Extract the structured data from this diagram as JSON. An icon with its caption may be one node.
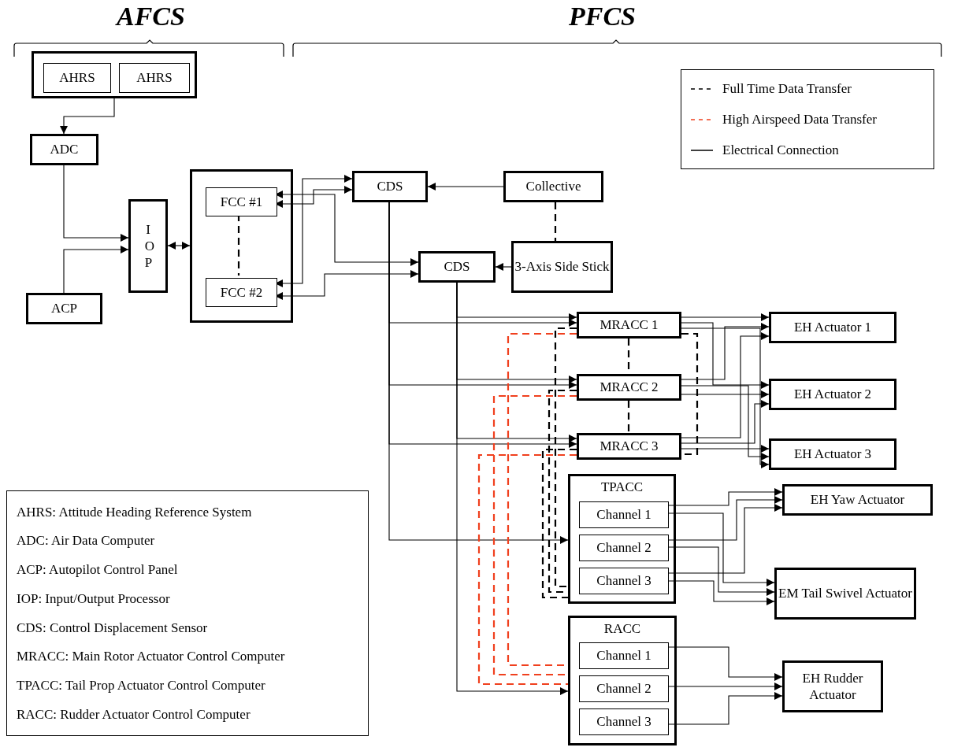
{
  "diagram": {
    "nodes": [
      {
        "text": [],
        "shape": "box"
      },
      {
        "text": [
          "AHRS"
        ],
        "in": 0
      },
      {
        "text": [
          "AHRS"
        ],
        "in": 0
      },
      {
        "text": [
          "ADC"
        ]
      },
      {
        "text": [
          "ACP"
        ]
      },
      {
        "text": [
          "I O P"
        ]
      },
      {
        "text": [],
        "shape": "box"
      },
      {
        "text": [
          "FCC #1"
        ],
        "in": 6
      },
      {
        "text": [
          "FCC #2"
        ],
        "in": 6
      },
      {
        "text": [
          "CDS"
        ]
      },
      {
        "text": [
          "Collective"
        ]
      },
      {
        "text": [
          "CDS"
        ]
      },
      {
        "text": [
          "3-Axis Side Stick"
        ]
      },
      {
        "text": [
          "MRACC 1"
        ]
      },
      {
        "text": [
          "MRACC 2"
        ]
      },
      {
        "text": [
          "MRACC 3"
        ]
      },
      {
        "text": [
          "EH Actuator 1"
        ]
      },
      {
        "text": [
          "EH Actuator 2"
        ]
      },
      {
        "text": [
          "EH Actuator 3"
        ]
      },
      {
        "text": [
          "TPACC"
        ]
      },
      {
        "text": [
          "Channel 1"
        ],
        "in": 19
      },
      {
        "text": [
          "Channel 2"
        ],
        "in": 19
      },
      {
        "text": [
          "Channel 3"
        ],
        "in": 19
      },
      {
        "text": [
          "EH Yaw Actuator"
        ]
      },
      {
        "text": [
          "EM Tail Swivel Actuator"
        ]
      },
      {
        "text": [
          "RACC"
        ]
      },
      {
        "text": [
          "Channel 1"
        ],
        "in": 25
      },
      {
        "text": [
          "Channel 2"
        ],
        "in": 25
      },
      {
        "text": [
          "Channel 3"
        ],
        "in": 25
      },
      {
        "text": [
          "EH Rudder Actuator"
        ]
      }
    ],
    "edges": [
      {
        "from": 0,
        "to": 3,
        "arrow": "to"
      },
      {
        "from": 3,
        "to": 5,
        "arrow": "to"
      },
      {
        "from": 4,
        "to": 5,
        "arrow": "to"
      },
      {
        "from": 5,
        "to": 6,
        "arrow": "both"
      },
      {
        "from": 7,
        "to": 8,
        "arrow": "none",
        "style": "dashed"
      },
      {
        "from": 8,
        "to": 9,
        "arrow": "both"
      },
      {
        "from": 7,
        "to": 9,
        "arrow": "both"
      },
      {
        "from": 7,
        "to": 11,
        "arrow": "both"
      },
      {
        "from": 8,
        "to": 11,
        "arrow": "both"
      },
      {
        "from": 10,
        "to": 9,
        "arrow": "to"
      },
      {
        "from": 10,
        "to": 12,
        "arrow": "none",
        "style": "dashed"
      },
      {
        "from": 12,
        "to": 11,
        "arrow": "to"
      },
      {
        "from": 13,
        "to": 14,
        "arrow": "none",
        "style": "dashed"
      },
      {
        "from": 14,
        "to": 15,
        "arrow": "none",
        "style": "dashed"
      },
      {
        "from": 9,
        "to": 13,
        "arrow": "to"
      },
      {
        "from": 9,
        "to": 14,
        "arrow": "to"
      },
      {
        "from": 9,
        "to": 15,
        "arrow": "to"
      },
      {
        "from": 9,
        "to": 19,
        "arrow": "to"
      },
      {
        "from": 11,
        "to": 13,
        "arrow": "to"
      },
      {
        "from": 11,
        "to": 14,
        "arrow": "to"
      },
      {
        "from": 11,
        "to": 15,
        "arrow": "to"
      },
      {
        "from": 11,
        "to": 25,
        "arrow": "to"
      },
      {
        "from": 13,
        "to": 16,
        "arrow": "to"
      },
      {
        "from": 13,
        "to": 17,
        "arrow": "to"
      },
      {
        "from": 13,
        "to": 18,
        "arrow": "to"
      },
      {
        "from": 14,
        "to": 16,
        "arrow": "to"
      },
      {
        "from": 14,
        "to": 17,
        "arrow": "to"
      },
      {
        "from": 14,
        "to": 18,
        "arrow": "to"
      },
      {
        "from": 15,
        "to": 16,
        "arrow": "to"
      },
      {
        "from": 15,
        "to": 17,
        "arrow": "to"
      },
      {
        "from": 15,
        "to": 18,
        "arrow": "to"
      },
      {
        "from": 20,
        "to": 23,
        "arrow": "to"
      },
      {
        "from": 20,
        "to": 24,
        "arrow": "to"
      },
      {
        "from": 21,
        "to": 23,
        "arrow": "to"
      },
      {
        "from": 21,
        "to": 24,
        "arrow": "to"
      },
      {
        "from": 22,
        "to": 23,
        "arrow": "to"
      },
      {
        "from": 22,
        "to": 24,
        "arrow": "to"
      },
      {
        "from": 26,
        "to": 29,
        "arrow": "to"
      },
      {
        "from": 27,
        "to": 29,
        "arrow": "to"
      },
      {
        "from": 28,
        "to": 29,
        "arrow": "to"
      },
      {
        "from": 13,
        "to": 15,
        "arrow": "none",
        "style": "dashed"
      },
      {
        "from": 13,
        "to": 19,
        "arrow": "none",
        "style": "dashed"
      },
      {
        "from": 14,
        "to": 19,
        "arrow": "none",
        "style": "dashed"
      },
      {
        "from": 15,
        "to": 19,
        "arrow": "none",
        "style": "dashed"
      },
      {
        "from": 13,
        "to": 25,
        "arrow": "none",
        "style": "dashed",
        "color": "#f0401e"
      },
      {
        "from": 14,
        "to": 25,
        "arrow": "none",
        "style": "dashed",
        "color": "#f0401e"
      },
      {
        "from": 15,
        "to": 25,
        "arrow": "none",
        "style": "dashed",
        "color": "#f0401e"
      }
    ],
    "labels": [
      "AFCS",
      "PFCS",
      "AHRS: Attitude Heading Reference System",
      "ADC: Air Data Computer",
      "ACP: Autopilot Control Panel",
      "IOP: Input/Output Processor",
      "CDS: Control Displacement Sensor",
      "MRACC: Main Rotor Actuator Control Computer",
      "TPACC: Tail Prop Actuator Control Computer",
      "RACC: Rudder Actuator Control Computer"
    ],
    "legend": [
      {
        "text": "Full Time Data Transfer"
      },
      {
        "text": "High Airspeed Data Transfer"
      },
      {
        "text": "Electrical Connection"
      }
    ]
  }
}
